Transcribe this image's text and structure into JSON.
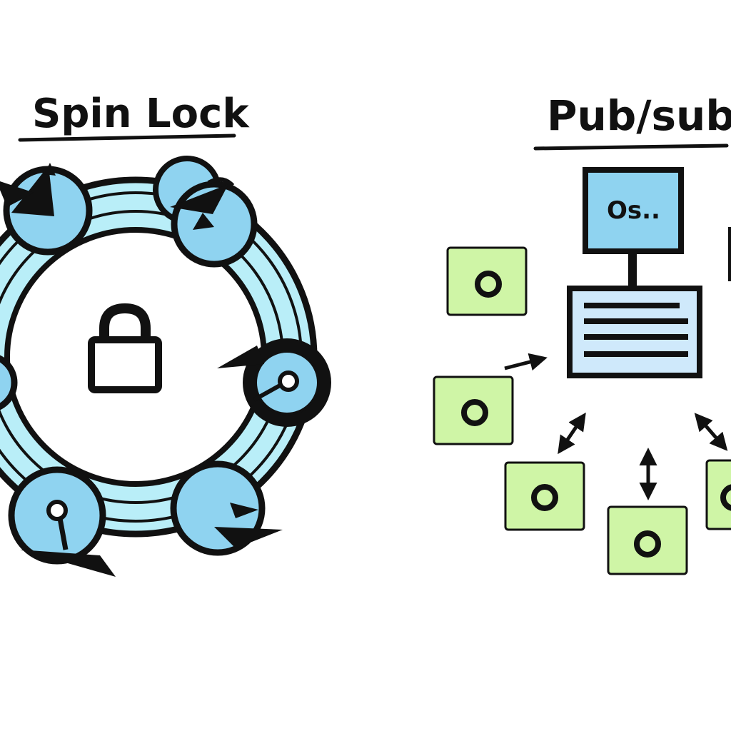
{
  "left_panel": {
    "title": "Spin Lock",
    "ring_color": "#b9eef8",
    "node_color": "#8fd3f0",
    "center_icon": "padlock-icon",
    "nodes": [
      {
        "name": "spin-thread-top-left",
        "icon": "pacman-thread-icon"
      },
      {
        "name": "spin-thread-top-right",
        "icon": "pacman-thread-icon"
      },
      {
        "name": "spin-thread-right",
        "icon": "dial-thread-icon"
      },
      {
        "name": "spin-thread-bottom-right",
        "icon": "pacman-thread-icon"
      },
      {
        "name": "spin-thread-bottom-left",
        "icon": "dial-thread-icon"
      },
      {
        "name": "spin-thread-left",
        "icon": "circle-thread-icon"
      }
    ]
  },
  "right_panel": {
    "title": "Pub/sub",
    "monitor_label": "Os..",
    "monitor_color": "#8fd3f0",
    "broker_color": "#cfe9fb",
    "subscriber_color": "#cff5a6",
    "subscribers": [
      {
        "name": "subscriber-top-left",
        "icon": "ring-icon"
      },
      {
        "name": "subscriber-mid-left",
        "icon": "ring-icon"
      },
      {
        "name": "subscriber-bottom-left",
        "icon": "ring-icon"
      },
      {
        "name": "subscriber-bottom-center",
        "icon": "ring-icon"
      },
      {
        "name": "subscriber-bottom-right",
        "icon": "ring-icon"
      }
    ]
  }
}
